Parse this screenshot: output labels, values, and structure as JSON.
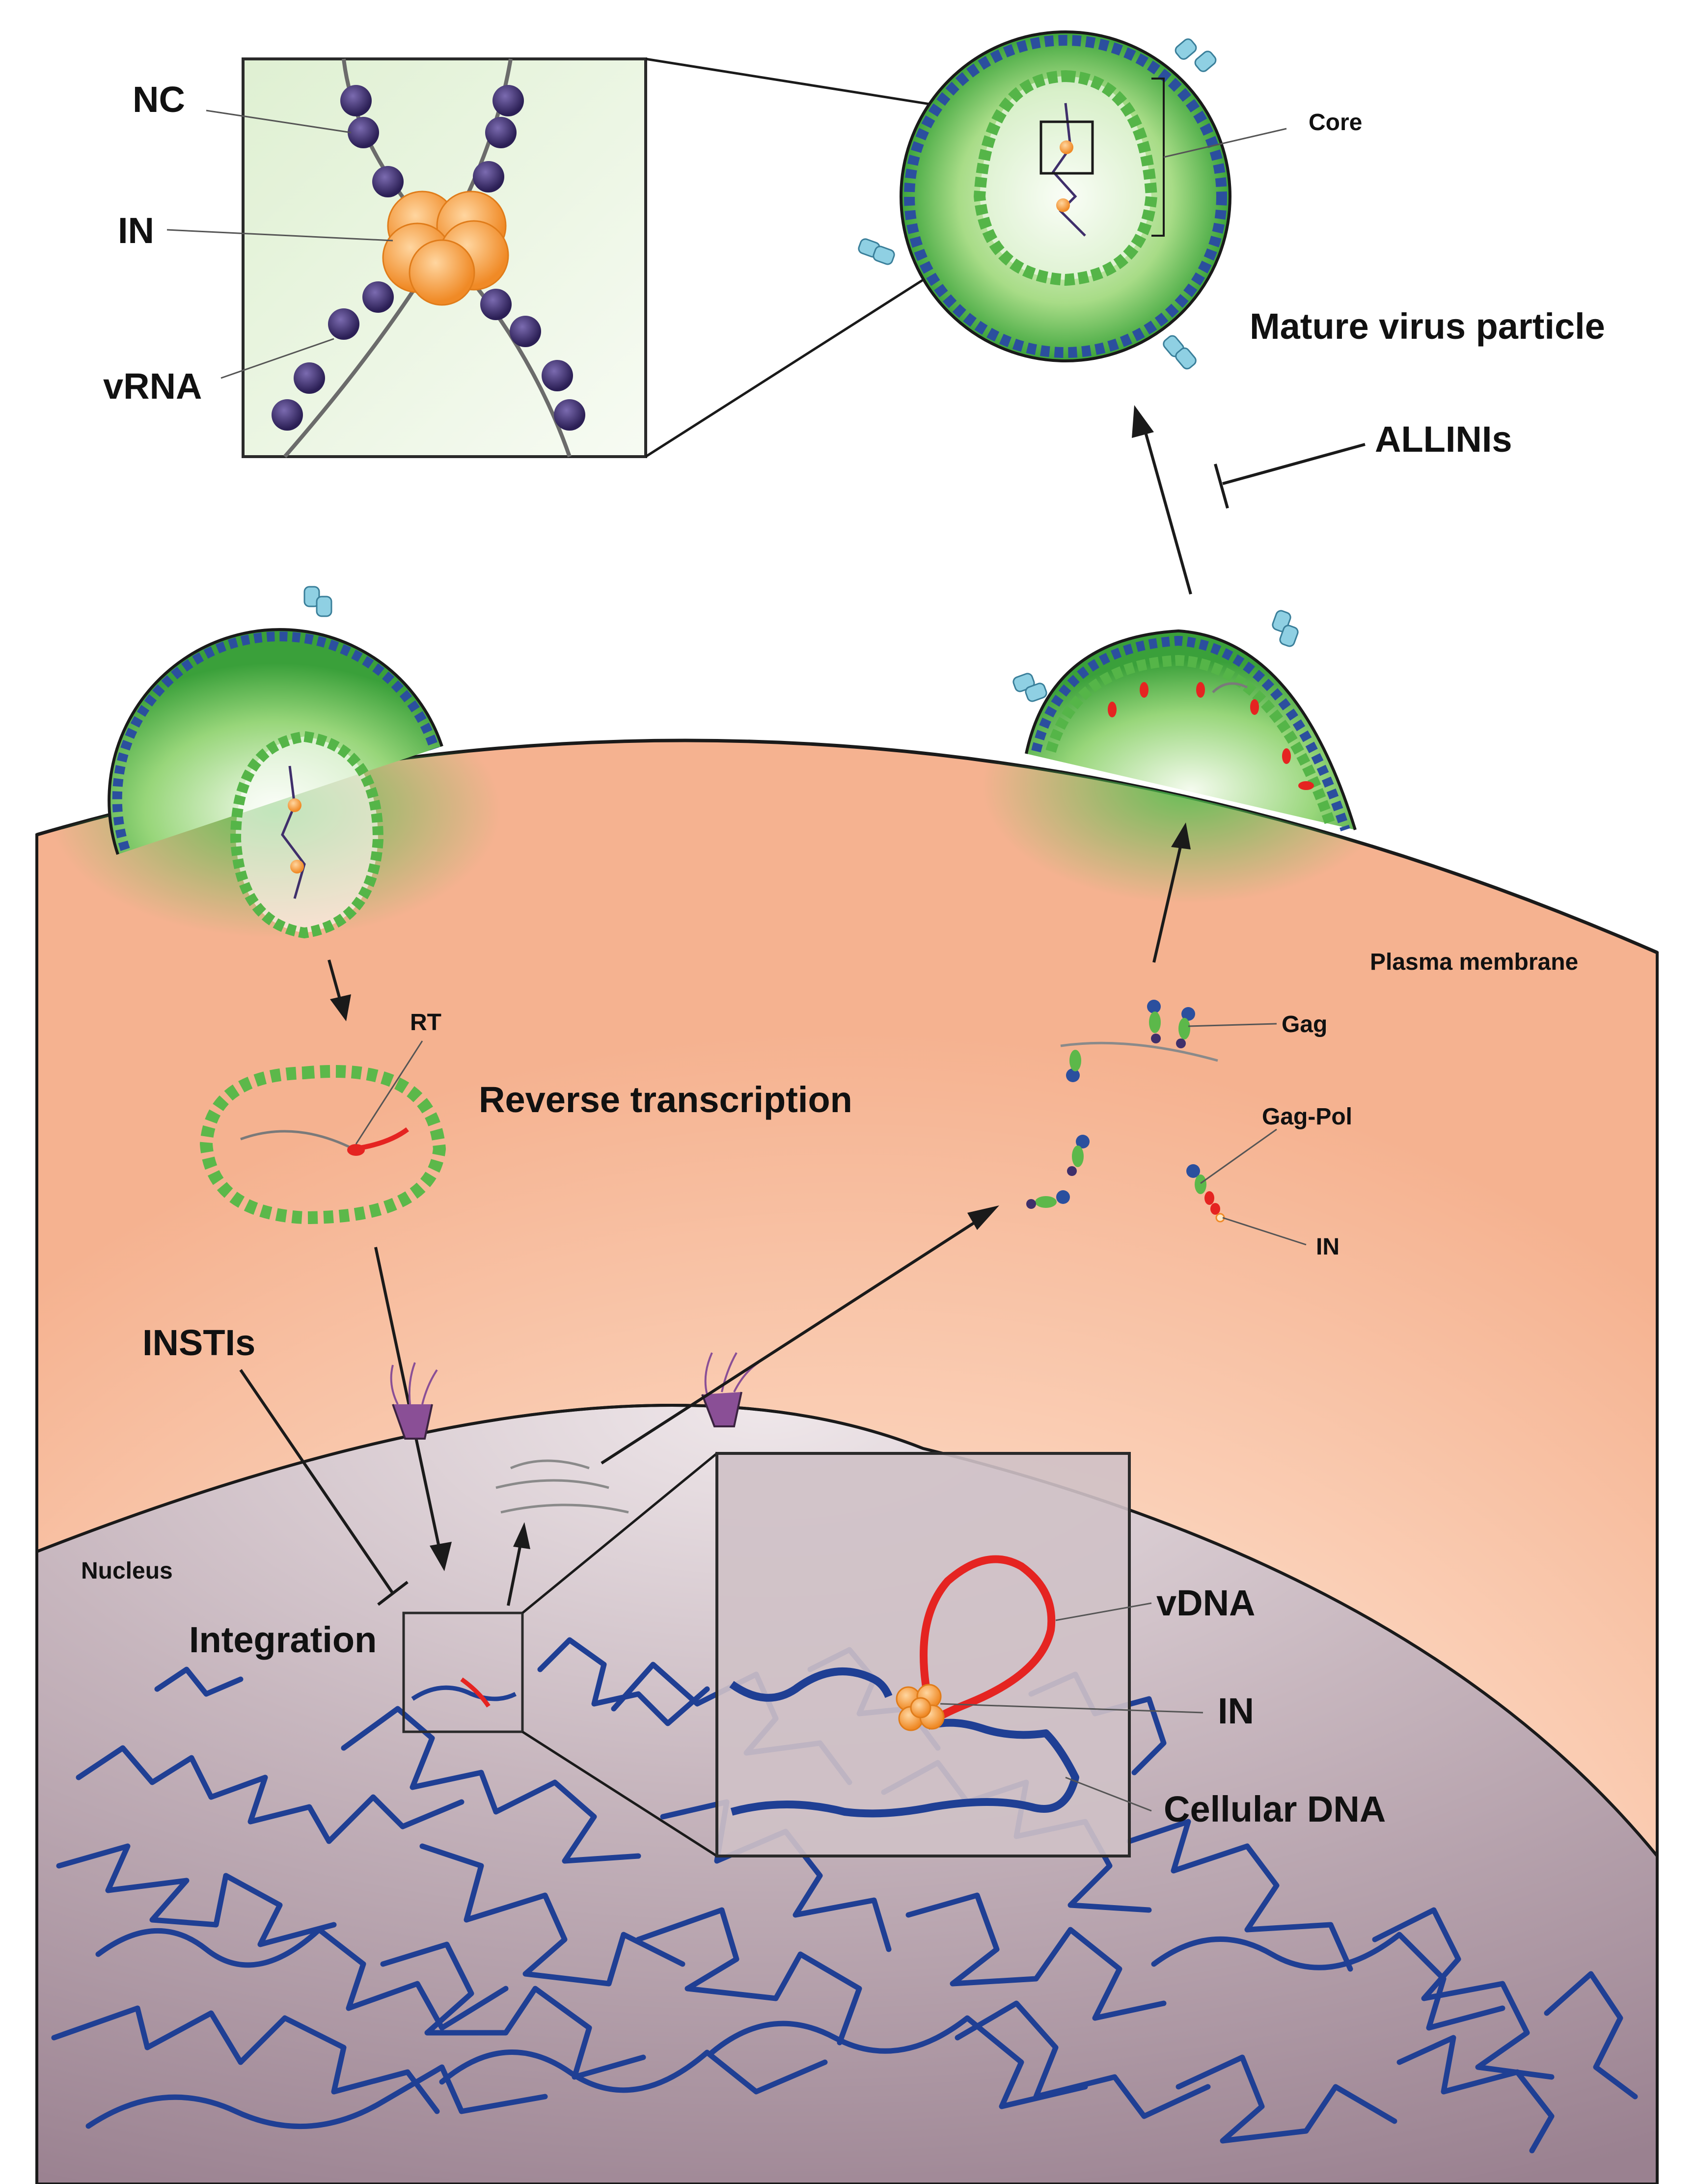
{
  "labels": {
    "nc": "NC",
    "in_top": "IN",
    "vrna": "vRNA",
    "core": "Core",
    "mature_virus_particle": "Mature virus particle",
    "allinis": "ALLINIs",
    "plasma_membrane": "Plasma membrane",
    "rt": "RT",
    "reverse_transcription": "Reverse transcription",
    "gag": "Gag",
    "gag_pol": "Gag-Pol",
    "in_gagpol": "IN",
    "instis": "INSTIs",
    "nucleus": "Nucleus",
    "integration": "Integration",
    "vdna": "vDNA",
    "in_inset": "IN",
    "cellular_dna": "Cellular DNA"
  },
  "colors": {
    "cytoplasm": "#f7c2a5",
    "nucleus": "#a8929e",
    "capsid_green": "#5cb84a",
    "matrix_blue": "#2b4f9e",
    "nc_purple": "#3f2f6b",
    "integrase_orange": "#f59a3a",
    "viral_dna_red": "#e52421",
    "cellular_dna_blue": "#1f3f94",
    "env_cyan": "#8fd0e3"
  }
}
